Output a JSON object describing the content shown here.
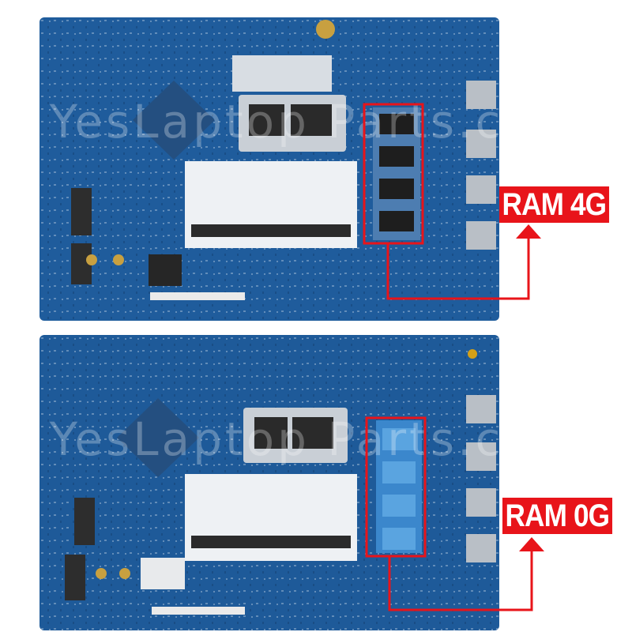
{
  "watermark": {
    "text": "YesLaptop Parts.com"
  },
  "boards": [
    {
      "ram_label": "RAM 4G"
    },
    {
      "ram_label": "RAM 0G"
    }
  ],
  "colors": {
    "pcb": "#1f5c9c",
    "highlight": "#e8141a",
    "label_text": "#ffffff"
  }
}
